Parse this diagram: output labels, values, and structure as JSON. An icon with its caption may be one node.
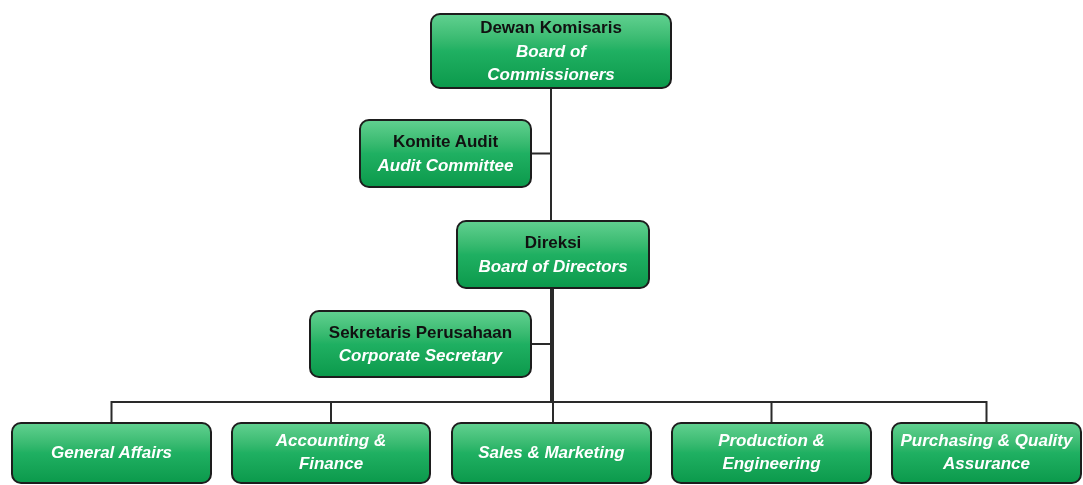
{
  "diagram": {
    "nodes": [
      {
        "text": [
          "Dewan Komisaris",
          "Board of Commissioners"
        ]
      },
      {
        "text": [
          "Komite Audit",
          "Audit Committee"
        ]
      },
      {
        "text": [
          "Direksi",
          "Board of Directors"
        ]
      },
      {
        "text": [
          "Sekretaris Perusahaan",
          "Corporate Secretary"
        ]
      },
      {
        "text": [
          "General Affairs"
        ]
      },
      {
        "text": [
          "Accounting & Finance"
        ]
      },
      {
        "text": [
          "Sales & Marketing"
        ]
      },
      {
        "text": [
          "Production & Engineering"
        ]
      },
      {
        "text": [
          "Purchasing & Quality Assurance"
        ]
      }
    ],
    "edges": [
      {
        "from": 0,
        "to": 2,
        "arrow": "none"
      },
      {
        "from": 0,
        "to": 1,
        "arrow": "none"
      },
      {
        "from": 2,
        "to": 3,
        "arrow": "none"
      },
      {
        "from": 2,
        "to": 4,
        "arrow": "none"
      },
      {
        "from": 2,
        "to": 5,
        "arrow": "none"
      },
      {
        "from": 2,
        "to": 6,
        "arrow": "none"
      },
      {
        "from": 2,
        "to": 7,
        "arrow": "none"
      },
      {
        "from": 2,
        "to": 8,
        "arrow": "none"
      }
    ]
  }
}
